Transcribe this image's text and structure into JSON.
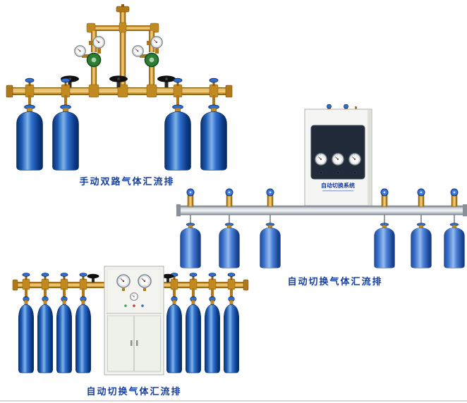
{
  "page": {
    "background": "#ffffff"
  },
  "products": [
    {
      "id": "manual-dual-gas-manifold",
      "caption": "手动双路气体汇流排",
      "cylinder_count": 4
    },
    {
      "id": "auto-switch-gas-manifold-wall",
      "caption": "自动切换气体汇流排",
      "cabinet_label": "自动切换系统",
      "cylinder_count": 6
    },
    {
      "id": "auto-switch-gas-manifold-cabinet",
      "caption": "自动切换气体汇流排",
      "cylinder_count": 8
    }
  ],
  "colors": {
    "caption_text": "#17409f",
    "cylinder_blue": "#1e5cb4",
    "cylinder_blue_light": "#3c72cc",
    "brass": "#d39a2c",
    "manifold_silver": "#d7dbe0",
    "panel_dark": "#202a39",
    "valve_wheel_blue": "#2e6fd0"
  }
}
